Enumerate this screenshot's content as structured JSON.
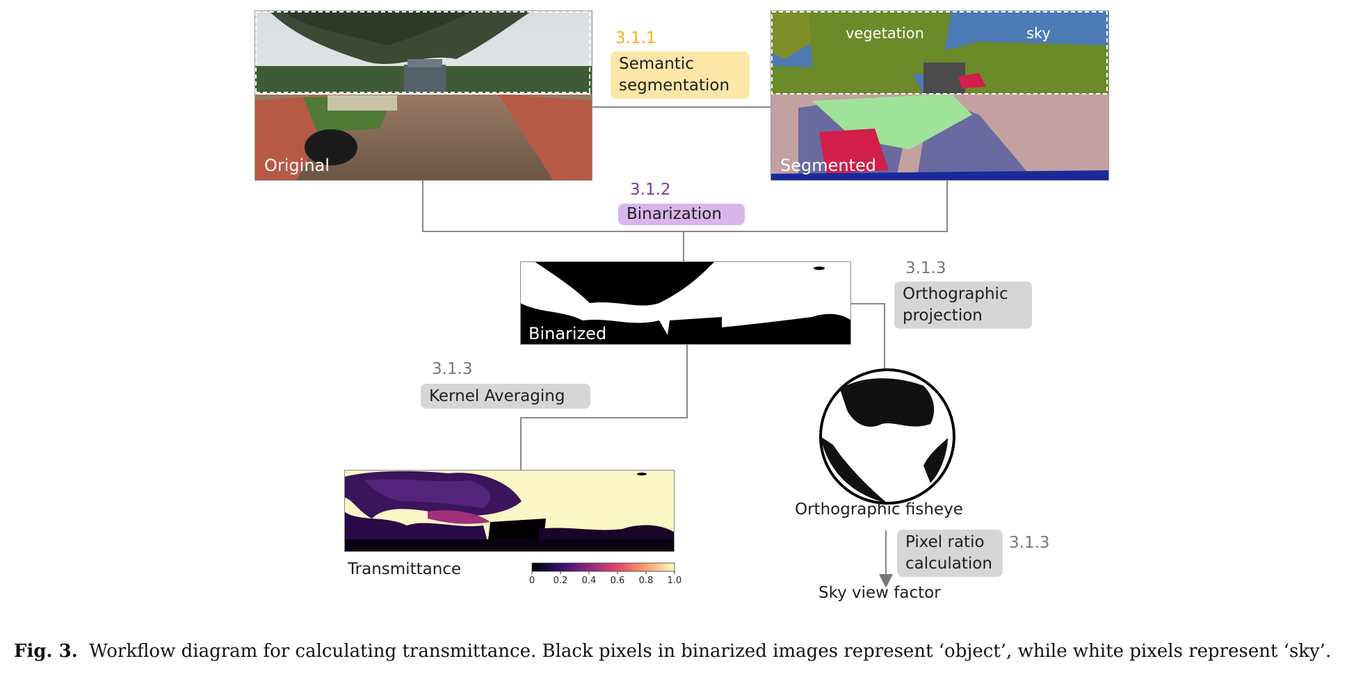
{
  "panels": {
    "original": "Original",
    "segmented": "Segmented",
    "segment_vegetation": "vegetation",
    "segment_sky": "sky",
    "binarized": "Binarized",
    "transmittance": "Transmittance",
    "fisheye": "Orthographic fisheye",
    "result": "Sky view factor"
  },
  "steps": [
    {
      "number": "3.1.1",
      "label_line1": "Semantic",
      "label_line2": "segmentation",
      "color": "#f2b21a",
      "fill": "#fde6a8"
    },
    {
      "number": "3.1.2",
      "label_line1": "Binarization",
      "label_line2": "",
      "color": "#7a3aa0",
      "fill": "#d9b5ea"
    },
    {
      "number": "3.1.3",
      "label_line1": "Orthographic",
      "label_line2": "projection",
      "color": "#777777",
      "fill": "#d6d6d6"
    },
    {
      "number": "3.1.3",
      "label_line1": "Kernel Averaging",
      "label_line2": "",
      "color": "#777777",
      "fill": "#d6d6d6"
    },
    {
      "number": "3.1.3",
      "label_line1": "Pixel ratio",
      "label_line2": "calculation",
      "color": "#777777",
      "fill": "#d6d6d6"
    }
  ],
  "colorbar": {
    "ticks": [
      "0",
      "0.2",
      "0.4",
      "0.6",
      "0.8",
      "1.0"
    ],
    "colormap": "magma"
  },
  "caption": {
    "prefix": "Fig. 3.",
    "text": "Workflow diagram for calculating transmittance. Black pixels in binarized images represent ‘object’, while white pixels represent ‘sky’."
  }
}
